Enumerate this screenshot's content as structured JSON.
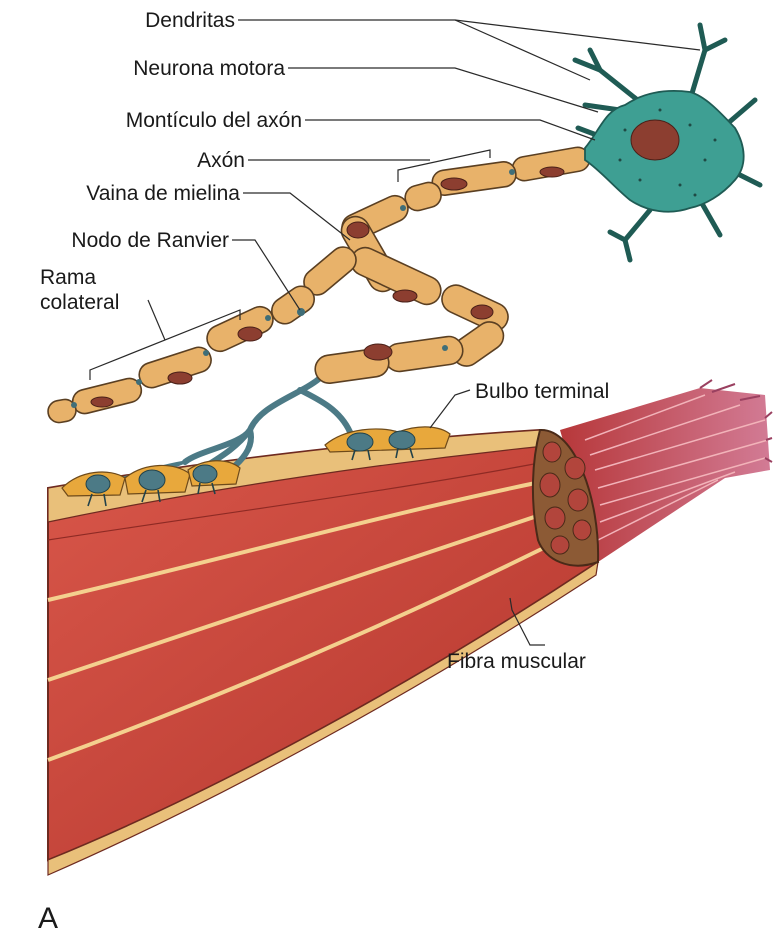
{
  "labels": {
    "dendritas": "Dendritas",
    "neurona_motora": "Neurona motora",
    "monticulo": "Montículo del axón",
    "axon": "Axón",
    "vaina": "Vaina de mielina",
    "nodo": "Nodo de Ranvier",
    "rama_line1": "Rama",
    "rama_line2": "colateral",
    "bulbo": "Bulbo terminal",
    "fibra": "Fibra muscular"
  },
  "panel_letter": "A",
  "colors": {
    "myelin": "#e8b26a",
    "nucleus": "#8c3e30",
    "neuron": "#3e9f93",
    "muscle": "#c7443a",
    "muscle_sheath": "#e9c07a",
    "terminal": "#4c7a86"
  }
}
